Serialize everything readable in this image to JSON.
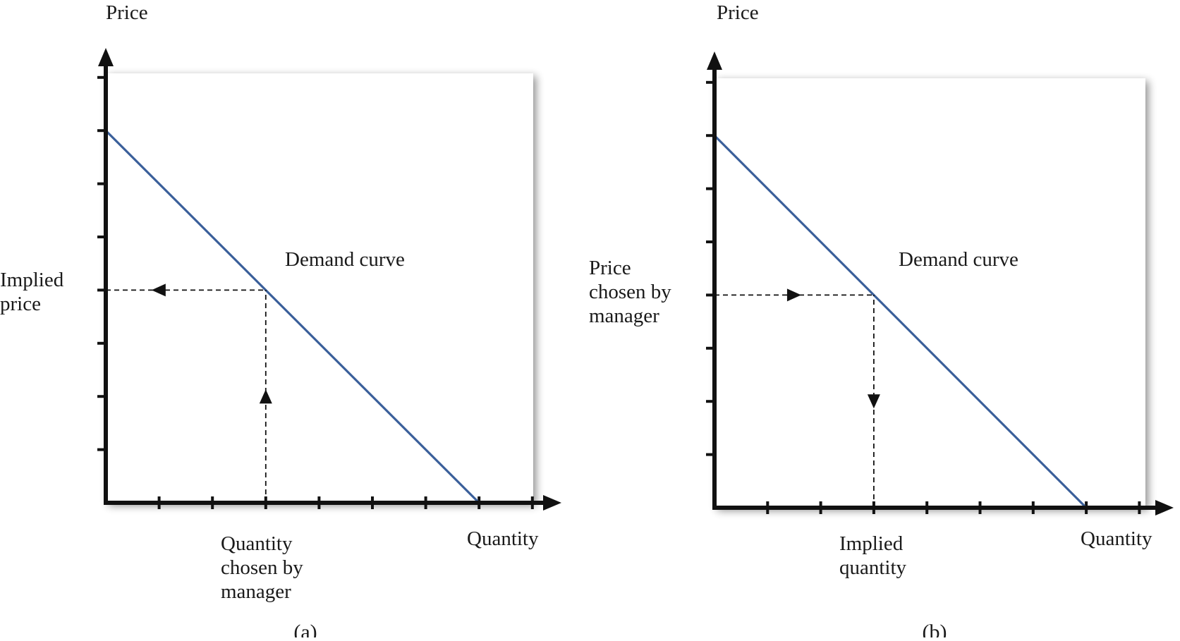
{
  "colors": {
    "demand_line": "#3a5f9a",
    "axes": "#111111",
    "guide": "#111111",
    "plot_shadow": "#9a9a9a"
  },
  "chart_data": [
    {
      "type": "line",
      "title": "",
      "panel_label": "(a)",
      "xlabel": "Quantity",
      "ylabel": "Price",
      "xlim": [
        0,
        8.2
      ],
      "ylim": [
        0,
        8.3
      ],
      "x_ticks": [
        1,
        2,
        3,
        4,
        5,
        6,
        7,
        8
      ],
      "y_ticks": [
        1,
        2,
        3,
        4,
        5,
        6,
        7,
        8
      ],
      "grid": false,
      "tick_labels": "none",
      "series": [
        {
          "name": "",
          "x": [
            0,
            7
          ],
          "y": [
            7,
            0
          ]
        }
      ],
      "curve_label": "Demand curve",
      "guide": {
        "x": 3,
        "y": 4,
        "arrow_direction": "quantity-to-price"
      },
      "price_annotation": [
        "Implied",
        "price"
      ],
      "quantity_annotation": [
        "Quantity",
        "chosen by",
        "manager"
      ]
    },
    {
      "type": "line",
      "title": "",
      "panel_label": "(b)",
      "xlabel": "Quantity",
      "ylabel": "Price",
      "xlim": [
        0,
        8.2
      ],
      "ylim": [
        0,
        8.3
      ],
      "x_ticks": [
        1,
        2,
        3,
        4,
        5,
        6,
        7,
        8
      ],
      "y_ticks": [
        1,
        2,
        3,
        4,
        5,
        6,
        7,
        8
      ],
      "grid": false,
      "tick_labels": "none",
      "series": [
        {
          "name": "",
          "x": [
            0,
            7
          ],
          "y": [
            7,
            0
          ]
        }
      ],
      "curve_label": "Demand curve",
      "guide": {
        "x": 3,
        "y": 4,
        "arrow_direction": "price-to-quantity"
      },
      "price_annotation": [
        "Price",
        "chosen by",
        "manager"
      ],
      "quantity_annotation": [
        "Implied",
        "quantity"
      ]
    }
  ]
}
